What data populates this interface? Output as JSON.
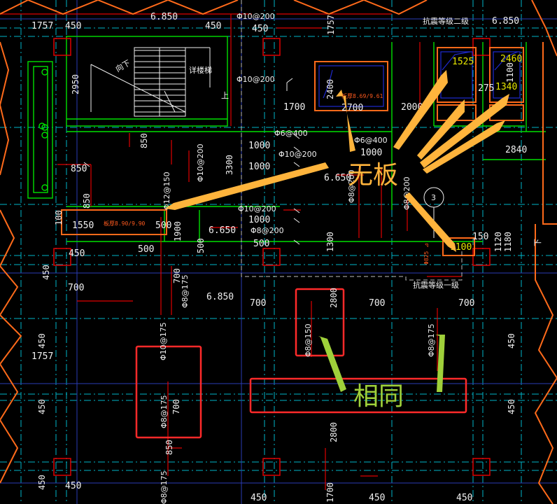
{
  "annotations": {
    "no_slab": "无板",
    "same": "相同"
  },
  "labels": {
    "stair_down": "向下",
    "stair_up": "上",
    "stair_label_left": "详楼梯",
    "rotated_left": "下",
    "sub_label_top": "抗震等级二级",
    "sub_label_mid": "抗震等级一级",
    "floor_mark": "3",
    "slab_tag_1": "板厚8.69/9.61",
    "slab_tag_2": "板厚8.90/9.90",
    "slab_tag_3": "Φ825 ⊿"
  },
  "elevations": {
    "e1": "6.850",
    "e2": "6.850",
    "e3": "6.650",
    "e4": "6.650",
    "e5": "6.850"
  },
  "dimensions": {
    "d1757a": "1757",
    "d450a": "450",
    "d450b": "450",
    "d450c": "450",
    "d2950": "2950",
    "d1700": "1700",
    "d2400": "2400",
    "d2700": "2700",
    "d2000": "2000",
    "d1525": "1525",
    "d2460": "2460",
    "d1100": "1100",
    "d1340": "1340",
    "d275": "275",
    "d850a": "850",
    "d850b": "850",
    "d1000a": "1000",
    "d1000b": "1000",
    "d1000c": "1000",
    "d1000d": "1000",
    "d2840": "2840",
    "d3300": "3300",
    "d1550": "1550",
    "d500a": "500",
    "d500b": "500",
    "d500c": "500",
    "d500d": "500",
    "d1900": "1900",
    "d700a": "700",
    "d700b": "700",
    "d700c": "700",
    "d700d": "700",
    "d700e": "700",
    "d700f": "700",
    "d2800a": "2800",
    "d2800b": "2800",
    "d1300": "1300",
    "d1180": "1180",
    "d1757b": "1757",
    "d1757c": "1757",
    "d450d": "450",
    "d450e": "450",
    "d450f": "450",
    "d450g": "450",
    "d450h": "450",
    "d450i": "450",
    "d450j": "450",
    "d450k": "450",
    "d450l": "450",
    "d450m": "450",
    "d450n": "450",
    "d150": "150",
    "d1100b": "1100",
    "d100": "100",
    "d1120": "1120",
    "d850c": "850",
    "d1700b": "1700",
    "d850d": "850"
  },
  "rebar": {
    "r1": "Φ10@200",
    "r2": "Φ10@200",
    "r3": "Φ6@400",
    "r4": "Φ6@400",
    "r5": "Φ10@200",
    "r6": "Φ10@200",
    "r7": "Φ12@150",
    "r8": "Φ10@200",
    "r9": "Φ8@200",
    "r10": "Φ8@200",
    "r11": "Φ8@200",
    "r12": "Φ8@175",
    "r13": "Φ10@175",
    "r14": "Φ8@175",
    "r15": "Φ8@150",
    "r16": "Φ8@175",
    "r17": "Φ8@175"
  },
  "colors": {
    "background": "#000000",
    "grid_cyan": "#00b4c8",
    "wall_green": "#00e000",
    "beam_red": "#e00000",
    "edge_orange": "#ff6a1a",
    "highlight_box": "#ff2a2a",
    "arrow_orange": "#ffb43c",
    "arrow_green": "#9fd03a"
  }
}
